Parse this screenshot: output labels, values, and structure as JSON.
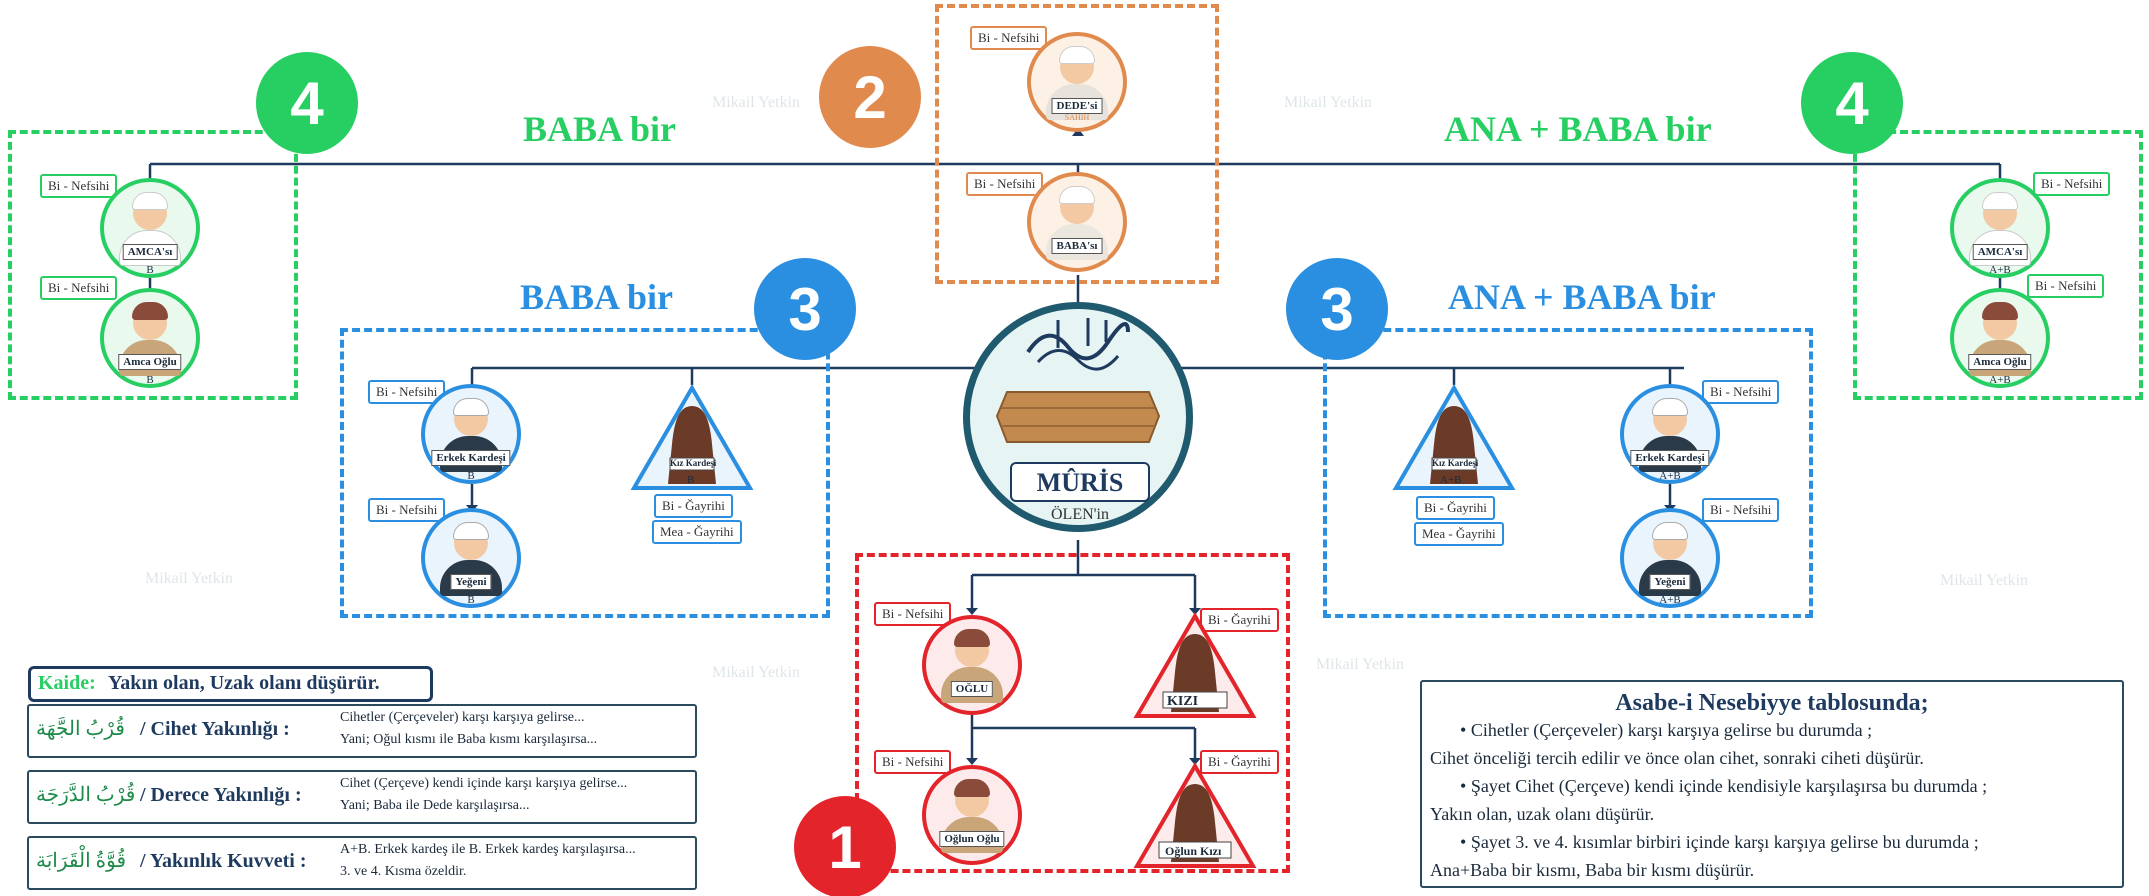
{
  "tags": {
    "bi_nefsihi": "Bi - Nefsihi",
    "bi_gayrihi": "Bi - Ğayrihi",
    "mea_gayrihi": "Mea - Ğayrihi"
  },
  "numbers": {
    "n1": "1",
    "n2": "2",
    "n3": "3",
    "n4": "4"
  },
  "headings": {
    "baba_bir": "BABA bir",
    "ana_baba_bir": "ANA + BABA bir"
  },
  "center": {
    "name": "MÛRİS",
    "sub": "ÖLEN'in"
  },
  "nodes": {
    "dede": {
      "name": "DEDE'si",
      "sub": "SAHİH"
    },
    "baba": {
      "name": "BABA'sı"
    },
    "amca": {
      "name": "AMCA'sı"
    },
    "amca_oglu": {
      "name": "Amca Oğlu"
    },
    "erkek_kardes": {
      "name": "Erkek Kardeşi"
    },
    "yegen": {
      "name": "Yeğeni"
    },
    "kiz_kardes": {
      "name": "Kız Kardeşi"
    },
    "oglu": {
      "name": "OĞLU"
    },
    "kizi": {
      "name": "KIZI"
    },
    "oglun_oglu": {
      "name": "Oğlun Oğlu"
    },
    "oglun_kizi": {
      "name": "Oğlun Kızı"
    }
  },
  "sublabels": {
    "b": "B",
    "ab": "A+B"
  },
  "rules": {
    "kaide_label": "Kaide:",
    "kaide_text": "Yakın olan, Uzak olanı düşürür.",
    "r1_arabic": "قُرْبُ الجَّهَة",
    "r1_title": "/ Cihet Yakınlığı :",
    "r1_line1": "Cihetler (Çerçeveler) karşı karşıya gelirse...",
    "r1_line2": "Yani; Oğul kısmı ile Baba kısmı karşılaşırsa...",
    "r2_arabic": "قُرْبُ الدَّرَجَة",
    "r2_title": "/ Derece Yakınlığı :",
    "r2_line1": "Cihet (Çerçeve) kendi içinde karşı karşıya gelirse...",
    "r2_line2": "Yani; Baba ile Dede karşılaşırsa...",
    "r3_arabic": "قُوَّةُ الْقَرَابَة",
    "r3_title": "/ Yakınlık Kuvveti :",
    "r3_line1": "A+B. Erkek kardeş ile B. Erkek kardeş karşılaşırsa...",
    "r3_line2": "3. ve 4. Kısma özeldir."
  },
  "table": {
    "title": "Asabe-i Nesebiyye tablosunda;",
    "b1": "Cihetler (Çerçeveler) karşı karşıya gelirse bu durumda ;",
    "b1_cont": "Cihet önceliği tercih edilir ve önce olan cihet, sonraki ciheti düşürür.",
    "b2": "Şayet Cihet (Çerçeve)  kendi içinde kendisiyle karşılaşırsa bu durumda ;",
    "b2_cont": "Yakın olan, uzak olanı düşürür.",
    "b3": "Şayet 3. ve 4. kısımlar birbiri içinde karşı karşıya gelirse bu durumda ;",
    "b3_cont": "Ana+Baba bir kısmı, Baba bir kısmı düşürür."
  },
  "colors": {
    "green": "#27cf63",
    "orange": "#e08a4e",
    "blue": "#2a8fe0",
    "red": "#e3242b",
    "navy": "#1f3a5f"
  },
  "watermark": "Mikail Yetkin"
}
